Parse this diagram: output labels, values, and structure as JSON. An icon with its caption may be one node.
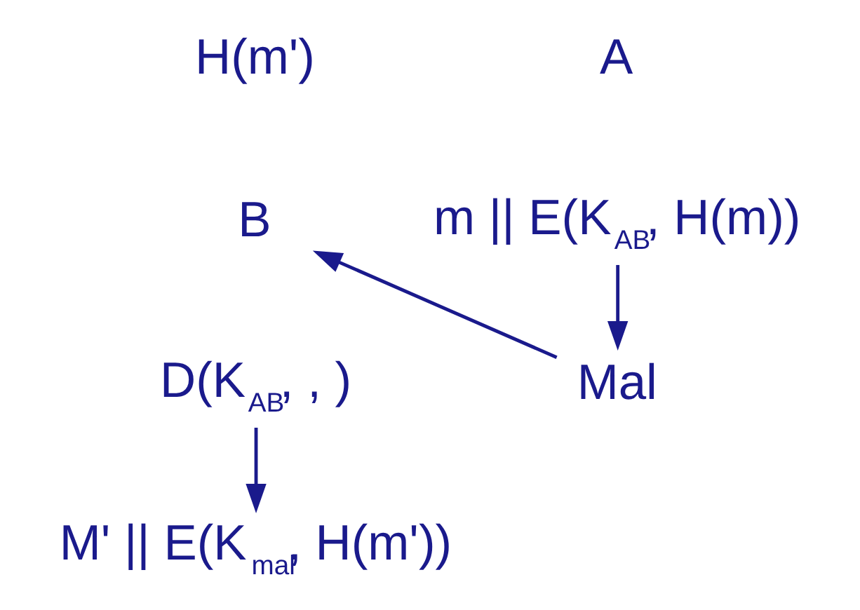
{
  "diagram": {
    "nodes": [
      {
        "text": [
          "m || E(K$_{AB}$, H(m))"
        ]
      },
      {
        "text": [
          "Mal"
        ]
      },
      {
        "text": [
          "B"
        ]
      },
      {
        "text": [
          "D(K$_{AB}$, , )"
        ]
      },
      {
        "text": [
          "M' || E(K$_{mal}$, H(m'))"
        ]
      }
    ],
    "edges": [
      {
        "from": 0,
        "to": 1,
        "arrow": "to"
      },
      {
        "from": 1,
        "to": 2,
        "arrow": "to"
      },
      {
        "from": 3,
        "to": 4,
        "arrow": "to"
      }
    ],
    "labels": [
      "A",
      "H(m')"
    ]
  }
}
